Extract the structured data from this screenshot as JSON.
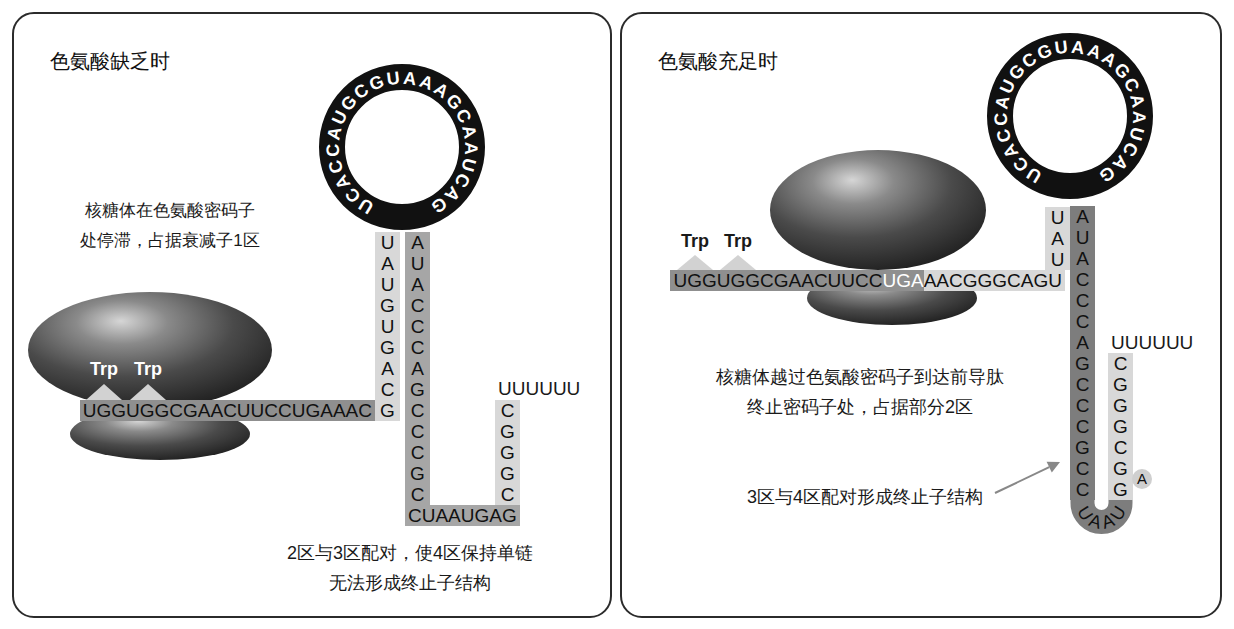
{
  "diagram": {
    "nodes": [
      {
        "text": [
          "色氨酸缺乏时"
        ]
      },
      {
        "text": [
          "UGGUGGCGAACUUCCUGAAAC"
        ],
        "in": 0
      },
      {
        "text": [
          "UAUGUGACG"
        ],
        "in": 0
      },
      {
        "text": [
          "UCACCAUGCGUAAAGCAAUCAG"
        ],
        "in": 0
      },
      {
        "text": [
          "AUACCCAGCCCGC"
        ],
        "in": 0
      },
      {
        "text": [
          "CUAAUGAG"
        ],
        "in": 0
      },
      {
        "text": [
          "CGGGC"
        ],
        "in": 0
      },
      {
        "text": [
          "色氨酸充足时"
        ]
      },
      {
        "text": [
          "UGGUGGCGAACUUCC",
          "UGA",
          "AACGGGCAGU"
        ],
        "in": 7
      },
      {
        "text": [
          "UAU"
        ],
        "in": 7
      },
      {
        "text": [
          "UCACCAUGCGUAAAGCAAUCAG"
        ],
        "in": 7
      },
      {
        "text": [
          "AUACCCAGCCCGCC"
        ],
        "in": 7
      },
      {
        "text": [
          "UAAU"
        ],
        "in": 7
      },
      {
        "text": [
          "CGGGCGG"
        ],
        "in": 7
      },
      {
        "text": [
          "A"
        ],
        "in": 7
      }
    ],
    "labels": [
      "核糖体在色氨酸密码子 处停滞，占据衰减子1区",
      "Trp",
      "Trp",
      "UUUUUU",
      "2区与3区配对，使4区保持单链 无法形成终止子结构",
      "Trp",
      "Trp",
      "核糖体越过色氨酸密码子到达前导肽 终止密码子处，占据部分2区",
      "UUUUUU",
      "3区与4区配对形成终止子结构"
    ]
  }
}
